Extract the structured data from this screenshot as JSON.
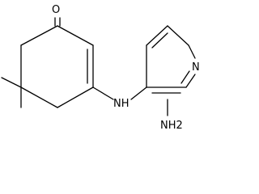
{
  "molecule": {
    "atoms": {
      "carbonyl_oxygen": "O",
      "amine_nh": "NH",
      "pyridine_nitrogen": "N",
      "amino_group": "NH2"
    }
  }
}
